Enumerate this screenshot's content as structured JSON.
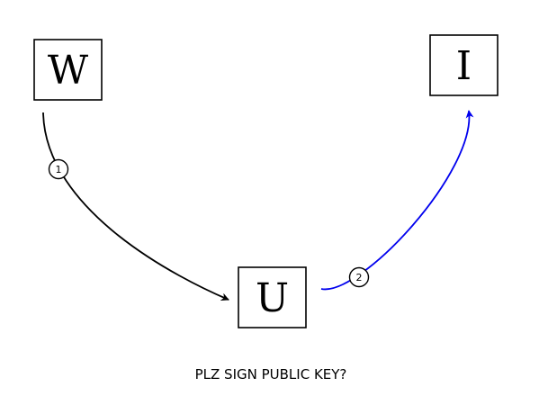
{
  "nodes": {
    "w": {
      "label": "W"
    },
    "i": {
      "label": "I"
    },
    "u": {
      "label": "U"
    }
  },
  "edges": [
    {
      "from": "W",
      "to": "U",
      "step": "1",
      "color": "#000000"
    },
    {
      "from": "U",
      "to": "I",
      "step": "2",
      "color": "#0000ee"
    }
  ],
  "caption": "PLZ SIGN PUBLIC KEY?"
}
